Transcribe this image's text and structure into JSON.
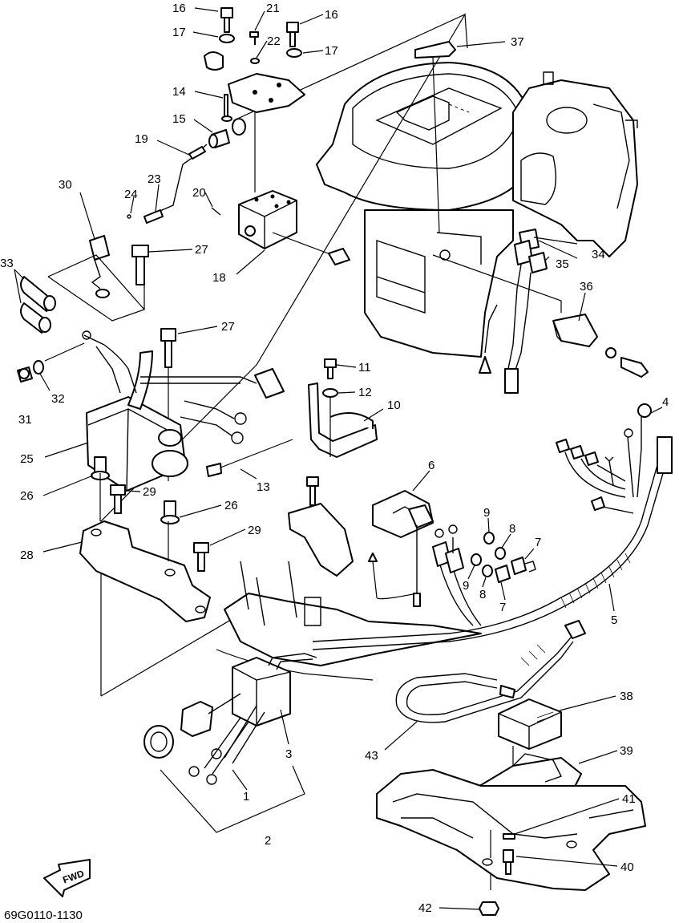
{
  "drawing_code": "69G0110-1130",
  "fwd_label": "FWD",
  "callouts": [
    {
      "id": "c16a",
      "text": "16"
    },
    {
      "id": "c21",
      "text": "21"
    },
    {
      "id": "c16b",
      "text": "16"
    },
    {
      "id": "c17a",
      "text": "17"
    },
    {
      "id": "c22",
      "text": "22"
    },
    {
      "id": "c17b",
      "text": "17"
    },
    {
      "id": "c37",
      "text": "37"
    },
    {
      "id": "c14",
      "text": "14"
    },
    {
      "id": "c15",
      "text": "15"
    },
    {
      "id": "c19",
      "text": "19"
    },
    {
      "id": "c30",
      "text": "30"
    },
    {
      "id": "c23",
      "text": "23"
    },
    {
      "id": "c24",
      "text": "24"
    },
    {
      "id": "c20",
      "text": "20"
    },
    {
      "id": "c33",
      "text": "33"
    },
    {
      "id": "c27a",
      "text": "27"
    },
    {
      "id": "c18",
      "text": "18"
    },
    {
      "id": "c34",
      "text": "34"
    },
    {
      "id": "c35",
      "text": "35"
    },
    {
      "id": "c36",
      "text": "36"
    },
    {
      "id": "c27b",
      "text": "27"
    },
    {
      "id": "c31",
      "text": "31"
    },
    {
      "id": "c32",
      "text": "32"
    },
    {
      "id": "c11",
      "text": "11"
    },
    {
      "id": "c12",
      "text": "12"
    },
    {
      "id": "c10",
      "text": "10"
    },
    {
      "id": "c4",
      "text": "4"
    },
    {
      "id": "c25",
      "text": "25"
    },
    {
      "id": "c13",
      "text": "13"
    },
    {
      "id": "c6",
      "text": "6"
    },
    {
      "id": "c26a",
      "text": "26"
    },
    {
      "id": "c29a",
      "text": "29"
    },
    {
      "id": "c26b",
      "text": "26"
    },
    {
      "id": "c9a",
      "text": "9"
    },
    {
      "id": "c8a",
      "text": "8"
    },
    {
      "id": "c7a",
      "text": "7"
    },
    {
      "id": "c28",
      "text": "28"
    },
    {
      "id": "c29b",
      "text": "29"
    },
    {
      "id": "c9b",
      "text": "9"
    },
    {
      "id": "c8b",
      "text": "8"
    },
    {
      "id": "c7b",
      "text": "7"
    },
    {
      "id": "c5",
      "text": "5"
    },
    {
      "id": "c38",
      "text": "38"
    },
    {
      "id": "c3",
      "text": "3"
    },
    {
      "id": "c43",
      "text": "43"
    },
    {
      "id": "c39",
      "text": "39"
    },
    {
      "id": "c1",
      "text": "1"
    },
    {
      "id": "c41",
      "text": "41"
    },
    {
      "id": "c2",
      "text": "2"
    },
    {
      "id": "c40",
      "text": "40"
    },
    {
      "id": "c42",
      "text": "42"
    }
  ]
}
